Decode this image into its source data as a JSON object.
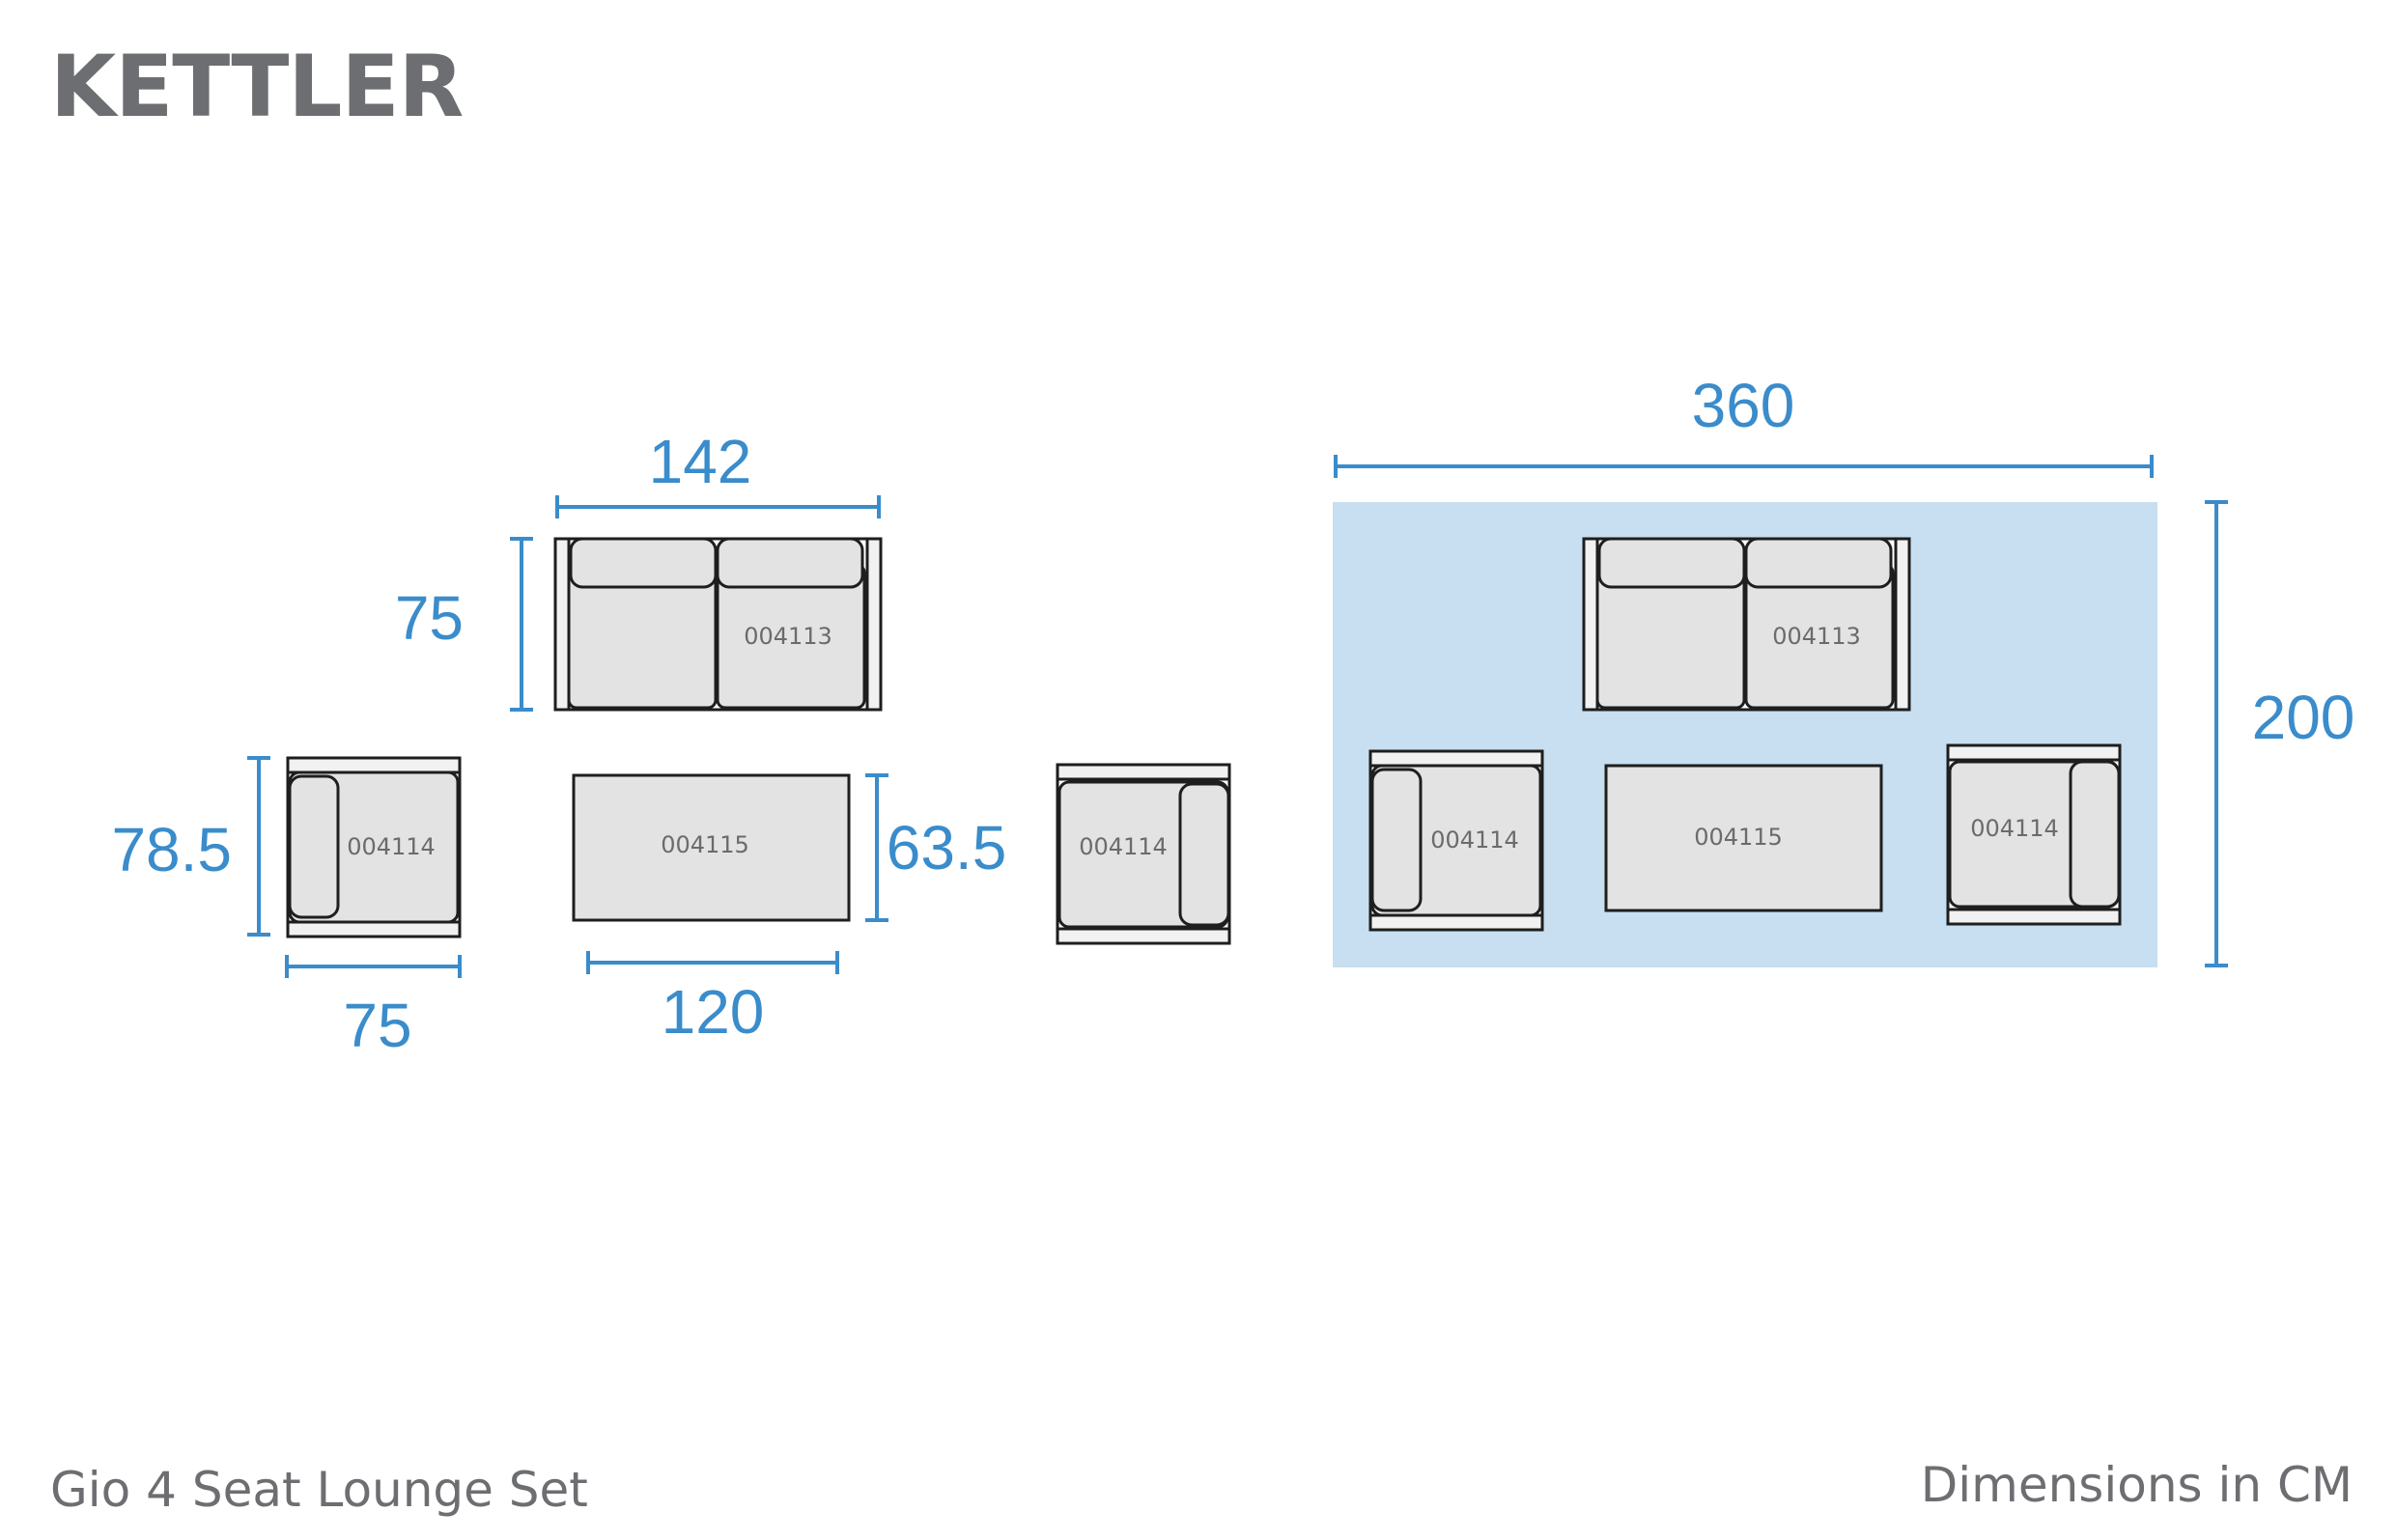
{
  "brand": {
    "logo_text": "KETTLER"
  },
  "colors": {
    "dimension": "#3a8ccb",
    "footprint_fill": "#c7dff1",
    "cushion": "#e3e3e3",
    "text_gray": "#6d6e71"
  },
  "pieces": {
    "sofa": {
      "code": "004113",
      "width": "142",
      "depth": "75"
    },
    "armchair": {
      "code": "004114",
      "width": "75",
      "depth": "78.5"
    },
    "table": {
      "code": "004115",
      "width": "120",
      "depth": "63.5"
    },
    "armchair_right": {
      "code": "004114"
    }
  },
  "layout_set": {
    "overall_width": "360",
    "overall_depth": "200",
    "sofa_code": "004113",
    "left_chair_code": "004114",
    "table_code": "004115",
    "right_chair_code": "004114"
  },
  "footer": {
    "product_name": "Gio 4 Seat Lounge Set",
    "units_note": "Dimensions in CM"
  }
}
